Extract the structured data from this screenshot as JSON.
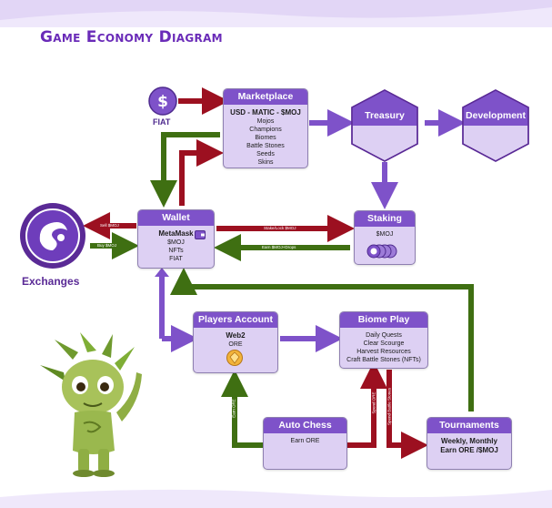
{
  "title": "Game Economy Diagram",
  "fiat_icon_label": "FIAT",
  "exchanges_label": "Exchanges",
  "nodes": {
    "marketplace": {
      "title": "Marketplace",
      "items": [
        "USD - MATIC - $MOJ",
        "Mojos",
        "Champions",
        "Biomes",
        "Battle Stones",
        "Seeds",
        "Skins"
      ]
    },
    "treasury": {
      "title": "Treasury"
    },
    "development": {
      "title": "Development"
    },
    "wallet": {
      "title": "Wallet",
      "items": [
        "MetaMask",
        "$MOJ",
        "NFTs",
        "FIAT"
      ]
    },
    "staking": {
      "title": "Staking",
      "items": [
        "$MOJ"
      ]
    },
    "players_account": {
      "title": "Players Account",
      "items": [
        "Web2",
        "ORE"
      ]
    },
    "biome_play": {
      "title": "Biome Play",
      "items": [
        "Daily Quests",
        "Clear Scourge",
        "Harvest Resources",
        "Craft Battle Stones (NFTs)"
      ]
    },
    "auto_chess": {
      "title": "Auto Chess",
      "items": [
        "Earn ORE"
      ]
    },
    "tournaments": {
      "title": "Tournaments",
      "items": [
        "Weekly, Monthly",
        "Earn ORE /$MOJ"
      ]
    }
  },
  "edges": {
    "sell": "Sell $MOJ",
    "buy": "Buy $MOJ",
    "stake": "Stake/Lock $MOJ",
    "earn_staking": "Earn $MOJ+Drops",
    "earn_ore": "Earn ORE",
    "spend_ore": "Spend ORE",
    "spend_stones": "Spend Battle Stones"
  },
  "colors": {
    "header": "#7e52c9",
    "box_fill": "#ddd0f3",
    "green_arrow": "#3f6f12",
    "red_arrow": "#9c1020",
    "blue_arrow": "#7e52c9"
  }
}
